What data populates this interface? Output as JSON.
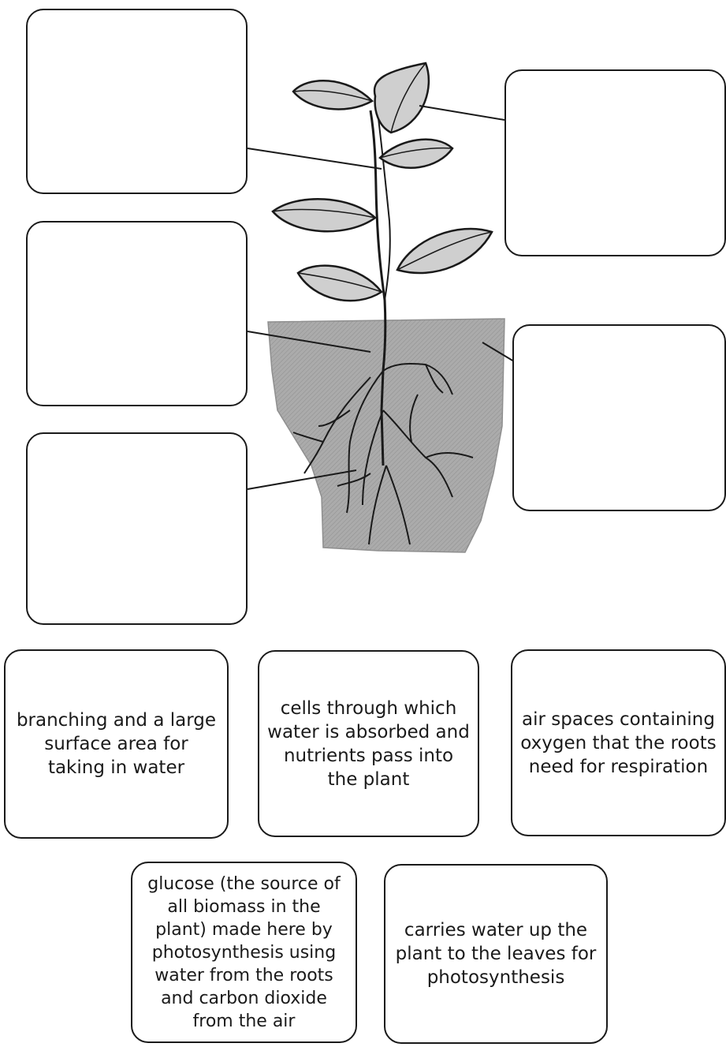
{
  "colors": {
    "outline": "#1a1a1a",
    "leaf_fill": "#cfcfcf",
    "soil_fill": "#a8a8a8",
    "background": "#ffffff"
  },
  "answer_boxes": [
    {
      "id": "top-left",
      "content": ""
    },
    {
      "id": "middle-left",
      "content": ""
    },
    {
      "id": "bottom-left",
      "content": ""
    },
    {
      "id": "top-right",
      "content": ""
    },
    {
      "id": "bottom-right",
      "content": ""
    }
  ],
  "label_cards": [
    {
      "text": "branching and a large surface area for taking in water"
    },
    {
      "text": "cells through which water is absorbed and nutrients pass into the plant"
    },
    {
      "text": "air spaces containing oxygen that the roots need for respiration"
    },
    {
      "text": "glucose (the source of all biomass in the plant) made here by photosynthesis using water from the roots and carbon dioxide from the air"
    },
    {
      "text": "carries water up the plant to the leaves for photosynthesis"
    }
  ]
}
